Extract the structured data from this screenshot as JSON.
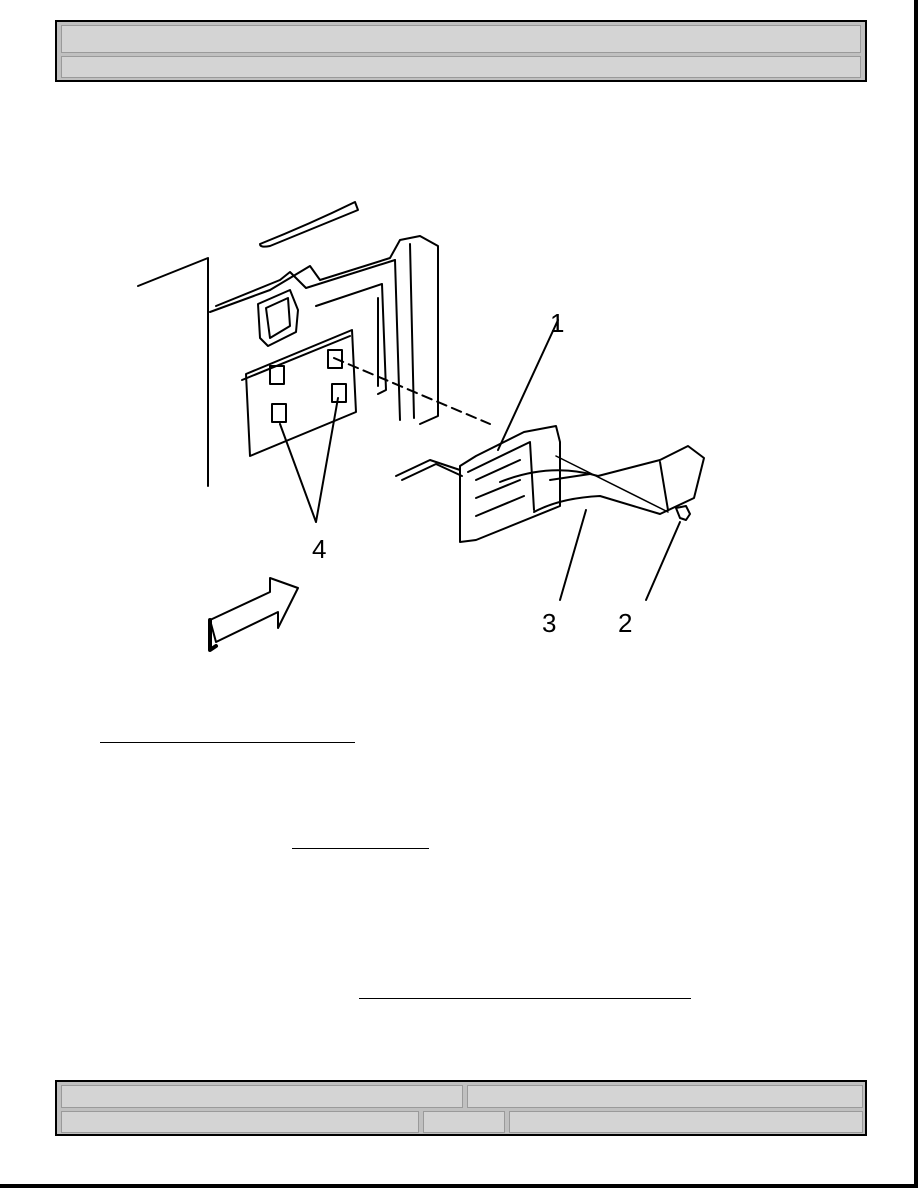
{
  "header": {
    "row1": "",
    "row2": ""
  },
  "figure": {
    "callouts": [
      "1",
      "2",
      "3",
      "4"
    ]
  },
  "footer": {
    "cell_a": "",
    "cell_b": "",
    "cell_c": "",
    "cell_d": "",
    "cell_e": ""
  }
}
